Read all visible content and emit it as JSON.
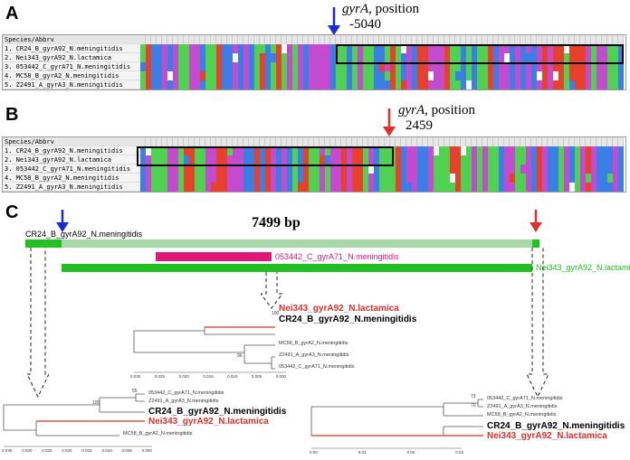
{
  "panels": {
    "a": {
      "letter": "A",
      "annotation_gene": "gyrA",
      "annotation_text": ", position",
      "annotation_pos": "-5040",
      "arrow_color": "#1a2bd6"
    },
    "b": {
      "letter": "B",
      "annotation_gene": "gyrA",
      "annotation_text": ", position",
      "annotation_pos": "2459",
      "arrow_color": "#e0302a"
    },
    "c": {
      "letter": "C",
      "length_label": "7499 bp",
      "map": {
        "top_label": "CR24_B_gyrA92_N.meningitidis",
        "mid_label": "053442_C_gyrA71_N.meningitidis",
        "bottom_label": "Nei343_gyrA92_N.lactamica",
        "colors": {
          "light_green": "#a8d8a8",
          "green": "#22c022",
          "magenta": "#e0187a",
          "blue_arrow": "#1a2bd6",
          "red_arrow": "#e0302a"
        }
      }
    }
  },
  "alignment": {
    "header": "Species/Abbrv",
    "rows": [
      "1. CR24_B_gyrA92_N.meningitidis",
      "2. Nei343_gyrA92_N.lactamica",
      "3. 053442_C_gyrA71_N.meningitidis",
      "4. MC58_B_gyrA2_N.meningitidis",
      "5. Z2491_A_gyrA3_N.meningitidis"
    ]
  },
  "trees": {
    "center": {
      "leaves": [
        {
          "label": "Nei343_gyrA92_N.lactamica",
          "style": "red"
        },
        {
          "label": "CR24_B_gyrA92_N.meningitidis",
          "style": "big"
        },
        {
          "label": "MC58_B_gyrA2_N.meningitidis",
          "style": "small"
        },
        {
          "label": "Z2491_A_gyrA3_N.meningitidis",
          "style": "small"
        },
        {
          "label": "053442_C_gyrA71_N.meningitidis",
          "style": "small"
        }
      ],
      "bootstrap": [
        "100",
        "96"
      ],
      "ticks": [
        "0.030",
        "0.025",
        "0.020",
        "0.015",
        "0.010",
        "0.005",
        "0.000"
      ]
    },
    "left": {
      "leaves": [
        {
          "label": "053442_C_gyrA71_N.meningitidis",
          "style": "small"
        },
        {
          "label": "Z2491_A_gyrA3_N.meningitidis",
          "style": "small"
        },
        {
          "label": "CR24_B_gyrA92_N.meningitidis",
          "style": "big"
        },
        {
          "label": "Nei343_gyrA92_N.lactamica",
          "style": "red"
        },
        {
          "label": "MC58_B_gyrA2_N.meningitidis",
          "style": "small"
        }
      ],
      "bootstrap": [
        "55",
        "100"
      ],
      "ticks": [
        "0.035",
        "0.030",
        "0.025",
        "0.020",
        "0.015",
        "0.010",
        "0.005",
        "0.000"
      ]
    },
    "right": {
      "leaves": [
        {
          "label": "053442_C_gyrA71_N.meningitidis",
          "style": "small"
        },
        {
          "label": "Z2491_A_gyrA3_N.meningitidis",
          "style": "small"
        },
        {
          "label": "MC58_B_gyrA2_N.meningitidis",
          "style": "small"
        },
        {
          "label": "CR24_B_gyrA92_N.meningitidis",
          "style": "big"
        },
        {
          "label": "Nei343_gyrA92_N.lactamica",
          "style": "red"
        }
      ],
      "bootstrap": [
        "73",
        "70"
      ],
      "ticks": [
        "0.00",
        "0.01",
        "0.02",
        "0.03"
      ]
    }
  },
  "nucleotide_colors": {
    "A": "#4fd24f",
    "C": "#3a7fe6",
    "G": "#c44ad0",
    "T": "#e8402a",
    "gap": "#ffffff"
  }
}
